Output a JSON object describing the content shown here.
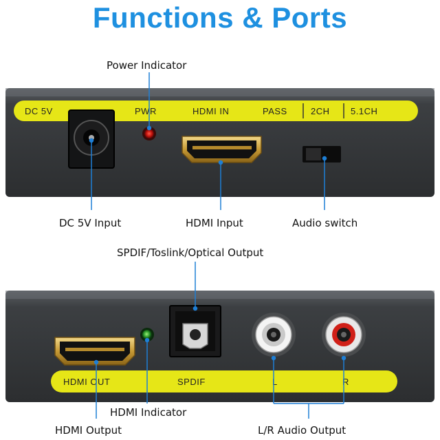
{
  "title": "Functions & Ports",
  "colors": {
    "title": "#1e90e0",
    "panel": "#3a3d40",
    "strip": "#e6e617",
    "connector_line": "#1e7fd6"
  },
  "top_panel": {
    "strip_labels": [
      "DC 5V",
      "PWR",
      "HDMI IN",
      "PASS",
      "2CH",
      "5.1CH"
    ],
    "callouts": {
      "power_indicator": "Power Indicator",
      "dc_input": "DC 5V Input",
      "hdmi_input": "HDMI Input",
      "audio_switch": "Audio switch"
    }
  },
  "bottom_panel": {
    "strip_labels": [
      "HDMI OUT",
      "SPDIF",
      "L",
      "R"
    ],
    "callouts": {
      "spdif_output": "SPDIF/Toslink/Optical Output",
      "hdmi_indicator": "HDMI Indicator",
      "hdmi_output": "HDMI Output",
      "lr_audio_output": "L/R Audio Output"
    }
  }
}
